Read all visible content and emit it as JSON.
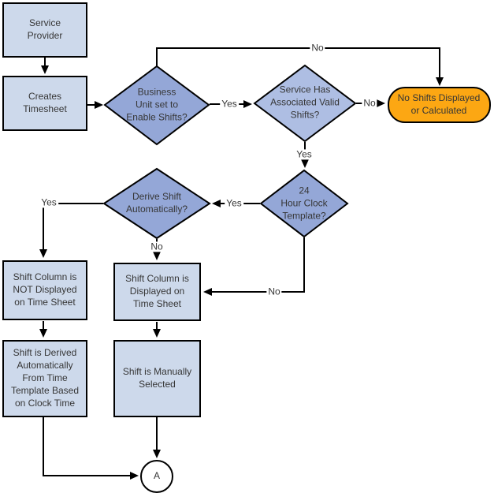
{
  "diagram": {
    "type": "flowchart",
    "nodes": {
      "service_provider": "Service\nProvider",
      "creates_timesheet": "Creates\nTimesheet",
      "business_unit": "Business\nUnit set to\nEnable Shifts?",
      "valid_shifts": "Service Has\nAssociated Valid\nShifts?",
      "no_shifts": "No Shifts Displayed\nor Calculated",
      "clock_template": "24\nHour Clock\nTemplate?",
      "derive_auto": "Derive Shift\nAutomatically?",
      "col_not_displayed": "Shift Column is\nNOT Displayed\non Time Sheet",
      "col_displayed": "Shift Column is\nDisplayed on\nTime Sheet",
      "shift_derived": "Shift is Derived\nAutomatically\nFrom Time\nTemplate Based\non Clock Time",
      "shift_manual": "Shift is Manually\nSelected",
      "connector_a": "A"
    },
    "edge_labels": {
      "business_unit_no": "No",
      "business_unit_yes": "Yes",
      "valid_shifts_no": "No",
      "valid_shifts_yes": "Yes",
      "clock_template_yes": "Yes",
      "clock_template_no": "No",
      "derive_auto_yes": "Yes",
      "derive_auto_no": "No"
    },
    "colors": {
      "process_fill": "#CDD9EB",
      "decision_fill": "#94A7D7",
      "decision_fill_light": "#AEBEE3",
      "terminal_fill": "#FCA713",
      "connector_circle_fill": "#FFFFFF",
      "line": "#000000",
      "text": "#363636"
    }
  }
}
